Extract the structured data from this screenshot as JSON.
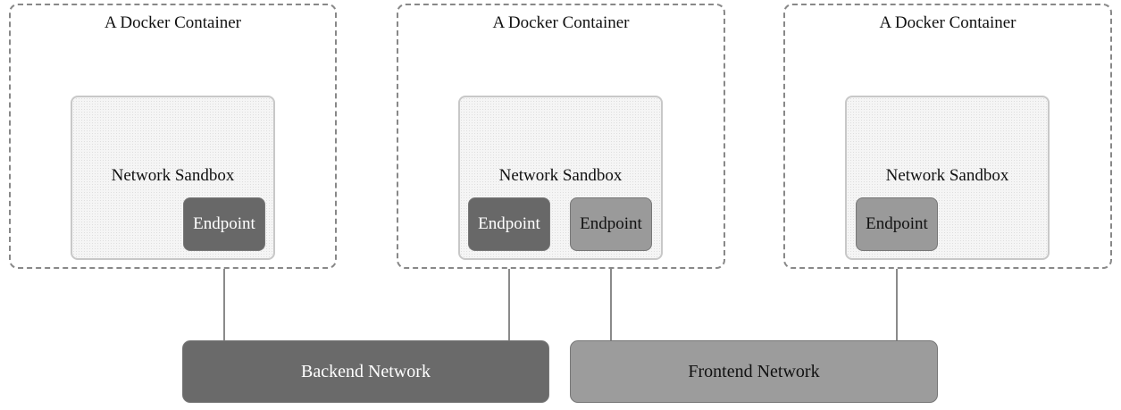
{
  "diagram": {
    "colors": {
      "backend": "#686868",
      "frontend": "#9a9a9a",
      "sandbox_fill": "#f5f5f5",
      "container_border": "#888888"
    },
    "containers": [
      {
        "title": "A Docker Container",
        "sandbox": {
          "title": "Network Sandbox",
          "endpoints": [
            {
              "label": "Endpoint",
              "network": "backend"
            }
          ]
        }
      },
      {
        "title": "A Docker Container",
        "sandbox": {
          "title": "Network Sandbox",
          "endpoints": [
            {
              "label": "Endpoint",
              "network": "backend"
            },
            {
              "label": "Endpoint",
              "network": "frontend"
            }
          ]
        }
      },
      {
        "title": "A Docker Container",
        "sandbox": {
          "title": "Network Sandbox",
          "endpoints": [
            {
              "label": "Endpoint",
              "network": "frontend"
            }
          ]
        }
      }
    ],
    "networks": [
      {
        "id": "backend",
        "label": "Backend Network"
      },
      {
        "id": "frontend",
        "label": "Frontend Network"
      }
    ],
    "connections": [
      {
        "from": "container-1.endpoint-1",
        "to": "backend"
      },
      {
        "from": "container-2.endpoint-1",
        "to": "backend"
      },
      {
        "from": "container-2.endpoint-2",
        "to": "frontend"
      },
      {
        "from": "container-3.endpoint-1",
        "to": "frontend"
      }
    ]
  }
}
